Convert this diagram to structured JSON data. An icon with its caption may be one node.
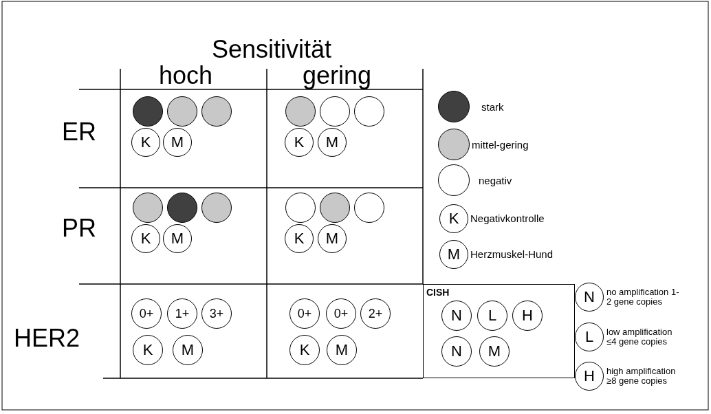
{
  "diagram": {
    "nodes": [
      {
        "text": [],
        "shape": "circle"
      },
      {
        "text": [],
        "shape": "circle"
      },
      {
        "text": [],
        "shape": "circle"
      },
      {
        "text": [
          "K"
        ]
      },
      {
        "text": [
          "M"
        ]
      },
      {
        "text": [],
        "shape": "circle"
      },
      {
        "text": [],
        "shape": "circle"
      },
      {
        "text": [],
        "shape": "circle"
      },
      {
        "text": [
          "K"
        ]
      },
      {
        "text": [
          "M"
        ]
      },
      {
        "text": [],
        "shape": "circle"
      },
      {
        "text": [],
        "shape": "circle"
      },
      {
        "text": [],
        "shape": "circle"
      },
      {
        "text": [
          "K"
        ]
      },
      {
        "text": [
          "M"
        ]
      },
      {
        "text": [],
        "shape": "circle"
      },
      {
        "text": [],
        "shape": "circle"
      },
      {
        "text": [],
        "shape": "circle"
      },
      {
        "text": [
          "K"
        ]
      },
      {
        "text": [
          "M"
        ]
      },
      {
        "text": [
          "0+"
        ]
      },
      {
        "text": [
          "1+"
        ]
      },
      {
        "text": [
          "3+"
        ]
      },
      {
        "text": [
          "K"
        ]
      },
      {
        "text": [
          "M"
        ]
      },
      {
        "text": [
          "0+"
        ]
      },
      {
        "text": [
          "0+"
        ]
      },
      {
        "text": [
          "2+"
        ]
      },
      {
        "text": [
          "K"
        ]
      },
      {
        "text": [
          "M"
        ]
      },
      {
        "text": [
          "CISH"
        ]
      },
      {
        "text": [
          "N"
        ],
        "in": 30
      },
      {
        "text": [
          "L"
        ],
        "in": 30
      },
      {
        "text": [
          "H"
        ],
        "in": 30
      },
      {
        "text": [
          "N"
        ],
        "in": 30
      },
      {
        "text": [
          "M"
        ],
        "in": 30
      },
      {
        "text": [
          "K"
        ],
        "beside": [
          "Negativkontrolle"
        ]
      },
      {
        "text": [
          "M"
        ],
        "beside": [
          "Herzmuskel-Hund"
        ]
      },
      {
        "text": [
          "N"
        ],
        "beside": [
          "no amplification 1-2 gene copies"
        ]
      },
      {
        "text": [
          "L"
        ],
        "beside": [
          "low amplification ≤4 gene copies"
        ]
      },
      {
        "text": [
          "H"
        ],
        "beside": [
          "high amplification ≥8 gene copies"
        ]
      }
    ],
    "labels": [
      "Sensitivität",
      "hoch",
      "gering",
      "ER",
      "PR",
      "HER2"
    ],
    "legend": [
      {
        "text": "stark",
        "color": "#404040"
      },
      {
        "text": "mittel-gering",
        "color": "#c8c8c8"
      },
      {
        "text": "negativ",
        "color": "#ffffff"
      }
    ]
  }
}
